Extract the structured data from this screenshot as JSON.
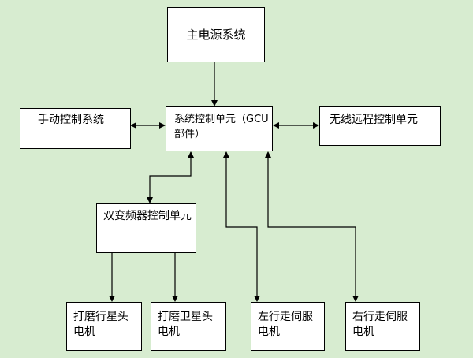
{
  "nodes": {
    "main_power": "主电源系统",
    "manual_control": "手动控制系统",
    "gcu": "系统控制单元（GCU部件）",
    "remote_control": "无线远程控制单元",
    "dual_inverter": "双变频器控制单元",
    "grind_planet_motor": "打磨行星头电机",
    "grind_satellite_motor": "打磨卫星头电机",
    "left_servo_motor": "左行走伺服电机",
    "right_servo_motor": "右行走伺服电机"
  },
  "colors": {
    "background": "#d7ecd0",
    "box_fill": "#ffffff",
    "line": "#000000"
  }
}
